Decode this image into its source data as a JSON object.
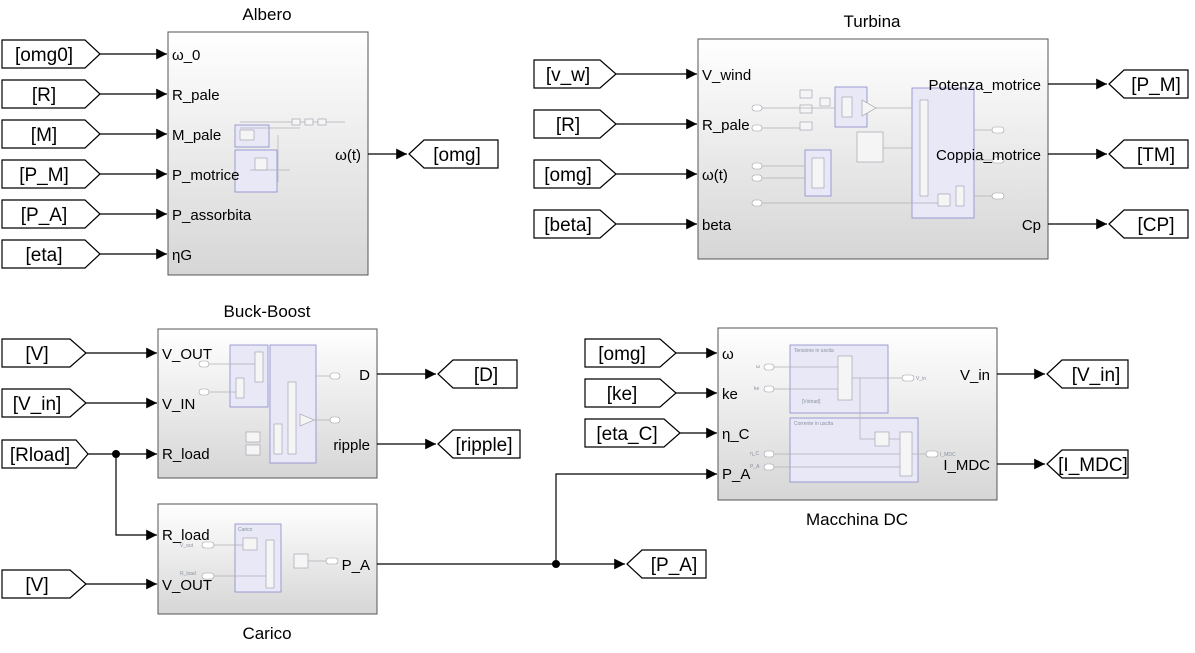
{
  "blocks": {
    "albero": {
      "title": "Albero",
      "inputs": [
        "ω_0",
        "R_pale",
        "M_pale",
        "P_motrice",
        "P_assorbita",
        "ηG"
      ],
      "outputs": [
        "ω(t)"
      ]
    },
    "turbina": {
      "title": "Turbina",
      "inputs": [
        "V_wind",
        "R_pale",
        "ω(t)",
        "beta"
      ],
      "outputs": [
        "Potenza_motrice",
        "Coppia_motrice",
        "Cp"
      ]
    },
    "buckboost": {
      "title": "Buck-Boost",
      "inputs": [
        "V_OUT",
        "V_IN",
        "R_load"
      ],
      "outputs": [
        "D",
        "ripple"
      ]
    },
    "carico": {
      "title": "Carico",
      "inputs": [
        "R_load",
        "V_OUT"
      ],
      "outputs": [
        "P_A"
      ]
    },
    "macchina": {
      "title": "Macchina DC",
      "inputs": [
        "ω",
        "ke",
        "η_C",
        "P_A"
      ],
      "outputs": [
        "V_in",
        "I_MDC"
      ]
    }
  },
  "from_tags": {
    "albero": [
      "[omg0]",
      "[R]",
      "[M]",
      "[P_M]",
      "[P_A]",
      "[eta]"
    ],
    "turbina": [
      "[v_w]",
      "[R]",
      "[omg]",
      "[beta]"
    ],
    "buckboost": [
      "[V]",
      "[V_in]",
      "[Rload]"
    ],
    "carico": [
      "[V]"
    ],
    "macchina": [
      "[omg]",
      "[ke]",
      "[eta_C]"
    ]
  },
  "goto_tags": {
    "albero": [
      "[omg]"
    ],
    "turbina": [
      "[P_M]",
      "[TM]",
      "[CP]"
    ],
    "buckboost": [
      "[D]",
      "[ripple]"
    ],
    "carico": [
      "[P_A]"
    ],
    "macchina": [
      "[V_in]",
      "[I_MDC]"
    ]
  },
  "inner_labels": {
    "carico": "Carico",
    "carico_in1": "V_out",
    "carico_in2": "R_load",
    "macchina_top": "Tensione in uscita",
    "macchina_top_in1": "ω",
    "macchina_top_in2": "ke",
    "macchina_top_out": "V_in",
    "macchina_top_sub": "[Vstnad]",
    "macchina_bottom": "Corrente in uscita",
    "macchina_bottom_in1": "η_C",
    "macchina_bottom_in2": "P_A",
    "macchina_bottom_out": "I_MDC"
  },
  "colors": {
    "block_top": "#ffffff",
    "block_bottom": "#d8d8d8",
    "inner_fill": "#e8e8f7",
    "inner_stroke": "#8a88c8"
  }
}
